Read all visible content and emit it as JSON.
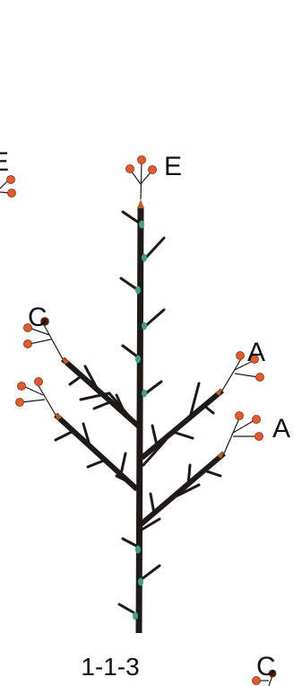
{
  "diagram": {
    "caption": "1-1-3",
    "labels": {
      "top_edge_left": "E",
      "apex": "E",
      "upper_left_branch": "C",
      "upper_right_branch": "A",
      "lower_right_branch": "A",
      "bottom_right_corner": "C"
    },
    "colors": {
      "stem": "#1e1a17",
      "berry": "#e25b2a",
      "berry_dark": "#4a1c10",
      "leaf_bud": "#3fa084",
      "apical_bud": "#c45a1e",
      "text": "#111111"
    }
  }
}
